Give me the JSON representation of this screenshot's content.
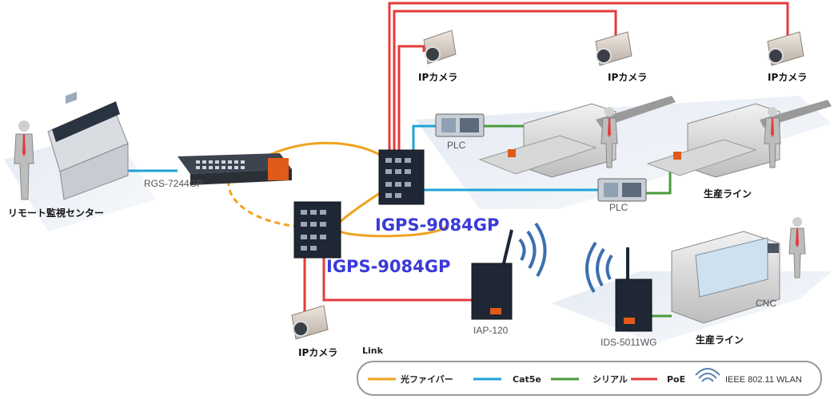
{
  "nodes": {
    "monitor_center": "リモート監視センター",
    "rgs_switch": "RGS-7244GP",
    "igps_top": "IGPS-9084GP",
    "igps_bottom": "IGPS-9084GP",
    "plc_top": "PLC",
    "plc_bottom": "PLC",
    "ipcam_1": "IPカメラ",
    "ipcam_2": "IPカメラ",
    "ipcam_3": "IPカメラ",
    "ipcam_4": "IPカメラ",
    "prod_line_1": "生産ライン",
    "prod_line_2": "生産ライン",
    "iap": "IAP-120",
    "ids": "IDS-5011WG",
    "cnc": "CNC"
  },
  "legend": {
    "title": "Link",
    "items": [
      {
        "label": "光ファイバー",
        "color": "#f0a21e"
      },
      {
        "label": "Cat5e",
        "color": "#1ea3d6"
      },
      {
        "label": "シリアル",
        "color": "#4a9a3a"
      },
      {
        "label": "PoE",
        "color": "#e23b3b"
      },
      {
        "label": "IEEE 802.11 WLAN",
        "icon": "wifi-icon",
        "color": "#5a7fb0"
      }
    ]
  },
  "colors": {
    "fiber": "#f0a21e",
    "cat5e": "#1ea3d6",
    "serial": "#4a9a3a",
    "poe": "#e23b3b",
    "wlan": "#3d6fb0",
    "model_label": "#3a3ad8"
  }
}
